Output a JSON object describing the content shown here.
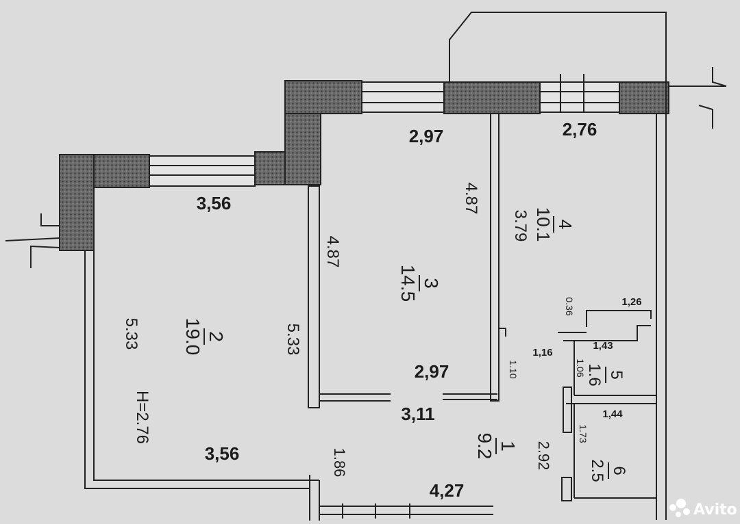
{
  "plan": {
    "rooms": [
      {
        "number": "2",
        "area": "19.0"
      },
      {
        "number": "3",
        "area": "14.5"
      },
      {
        "number": "4",
        "area": "10.1"
      },
      {
        "number": "5",
        "area": "1.6"
      },
      {
        "number": "6",
        "area": "2.5"
      },
      {
        "number": "1",
        "area": "9.2"
      }
    ],
    "dimensions": {
      "r2_top": "3,56",
      "r2_left": "5.33",
      "r2_right": "5.33",
      "r2_bottom": "3,56",
      "r3_top": "2,97",
      "r3_left": "4.87",
      "r3_right": "4.87",
      "r3_bottom": "2,97",
      "r4_top": "2,76",
      "r4_left": "3.79",
      "corridor_width": "3,11",
      "hall_bottom": "4,27",
      "hall_left": "1.86",
      "hall_right": "2.92",
      "bath_top": "1,26",
      "bath_side": "0.36",
      "bath_mid": "1,43",
      "bath_width": "1.06",
      "wall_a": "1,16",
      "wall_b": "1.10",
      "wc_top": "1,44",
      "wc_side": "1.73"
    },
    "ceiling_height": "H=2.76"
  },
  "watermark": {
    "text": "Avito",
    "icon": "avito-dots-icon"
  },
  "colors": {
    "background": "#dcdcdc",
    "wall": "#5a5a5a",
    "line": "#2a2a2a"
  }
}
